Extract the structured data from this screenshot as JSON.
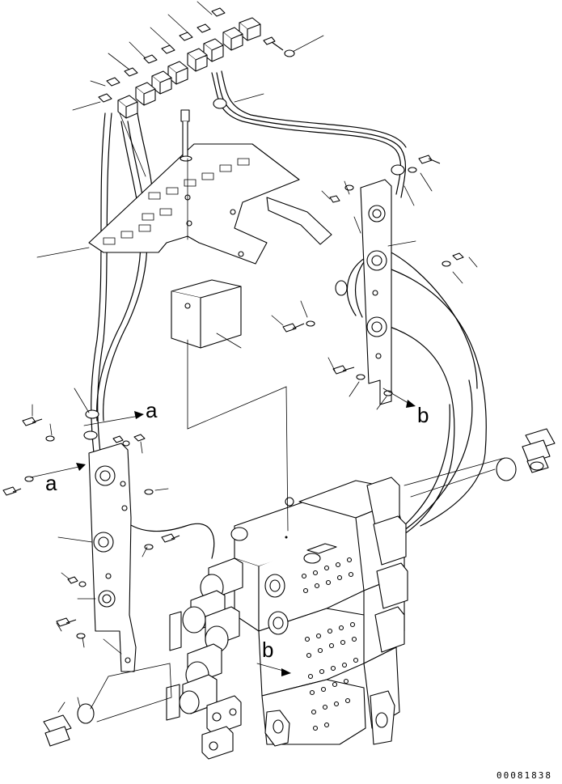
{
  "diagram": {
    "kind": "exploded parts diagram",
    "callouts": [
      "a",
      "a",
      "b",
      "b"
    ],
    "drawing_number": "00081838"
  }
}
